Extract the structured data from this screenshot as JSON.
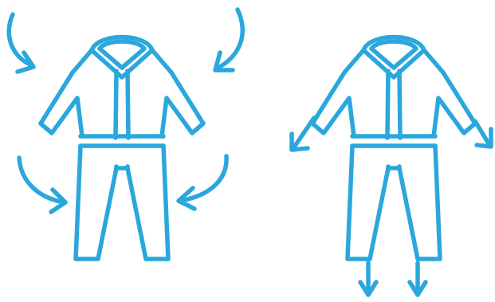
{
  "colors": {
    "stroke": "#2aa7dd",
    "background": "#ffffff"
  },
  "illustrations": [
    {
      "name": "coverall-with-inward-arrows",
      "icon": "coverall-icon",
      "arrow_direction": "inward",
      "arrow_count": 4
    },
    {
      "name": "coverall-with-outward-arrows",
      "icon": "coverall-icon",
      "arrow_direction": "outward",
      "arrow_count": 4
    }
  ]
}
